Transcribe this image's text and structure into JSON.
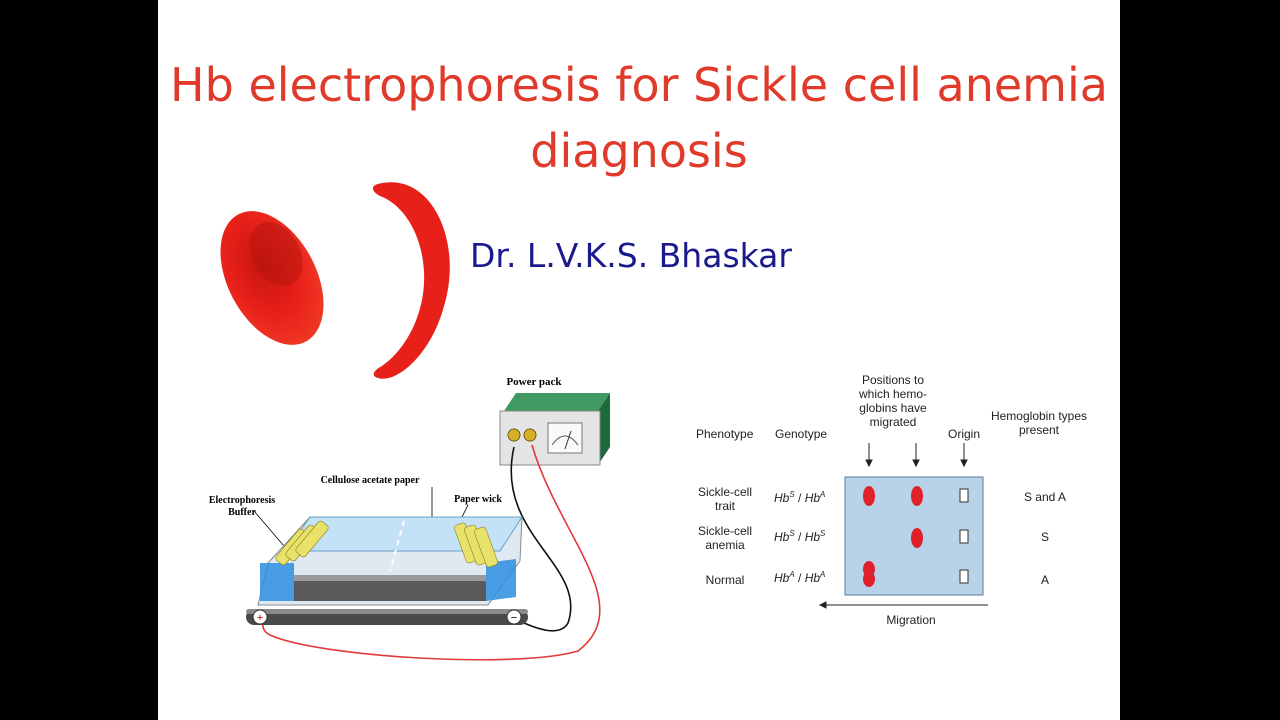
{
  "slide": {
    "title": "Hb electrophoresis for Sickle cell anemia diagnosis",
    "author": "Dr. L.V.K.S. Bhaskar"
  },
  "apparatus": {
    "power_pack": "Power pack",
    "paper": "Cellulose acetate paper",
    "wick": "Paper wick",
    "buffer_line1": "Electrophoresis",
    "buffer_line2": "Buffer",
    "minus": "−",
    "plus": "+"
  },
  "gel": {
    "headers": {
      "phenotype": "Phenotype",
      "genotype": "Genotype",
      "positions": [
        "Positions to",
        "which hemo-",
        "globins have",
        "migrated"
      ],
      "origin": "Origin",
      "types": [
        "Hemoglobin types",
        "present"
      ]
    },
    "rows": [
      {
        "phenotype": [
          "Sickle-cell",
          "trait"
        ],
        "g1": "S",
        "g2": "A",
        "present": "S and A"
      },
      {
        "phenotype": [
          "Sickle-cell",
          "anemia"
        ],
        "g1": "S",
        "g2": "S",
        "present": "S"
      },
      {
        "phenotype": [
          "Normal"
        ],
        "g1": "A",
        "g2": "A",
        "present": "A"
      }
    ],
    "migration": "Migration",
    "hb": "Hb"
  },
  "colors": {
    "title": "#e03a2a",
    "author": "#1a1a8c",
    "rbc": "#e8201a",
    "band": "#e0202c",
    "gel": "#b8d2ea"
  }
}
